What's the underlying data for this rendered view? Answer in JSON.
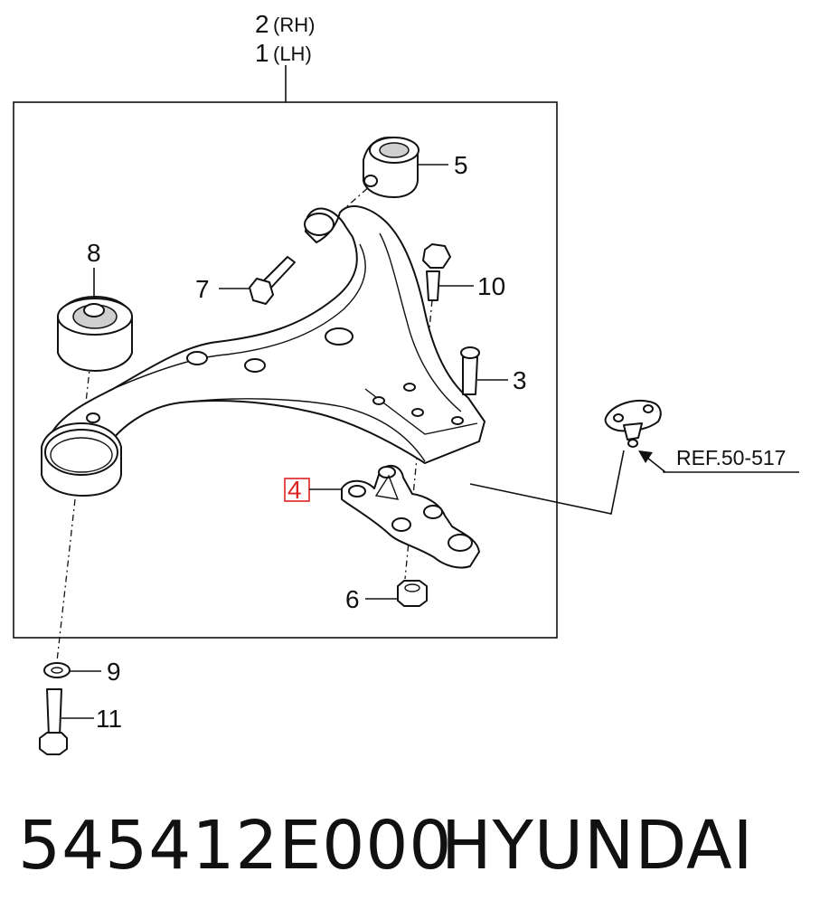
{
  "diagram": {
    "assembly_labels": {
      "rh_num": "2",
      "rh": "(RH)",
      "lh_num": "1",
      "lh": "(LH)"
    },
    "callouts": {
      "c3": "3",
      "c4": "4",
      "c5": "5",
      "c6": "6",
      "c7": "7",
      "c8": "8",
      "c9": "9",
      "c10": "10",
      "c11": "11"
    },
    "reference": "REF.50-517",
    "highlight_color": "#dd2222"
  },
  "footer": {
    "part_number": "545412E000",
    "brand": "HYUNDAI"
  }
}
